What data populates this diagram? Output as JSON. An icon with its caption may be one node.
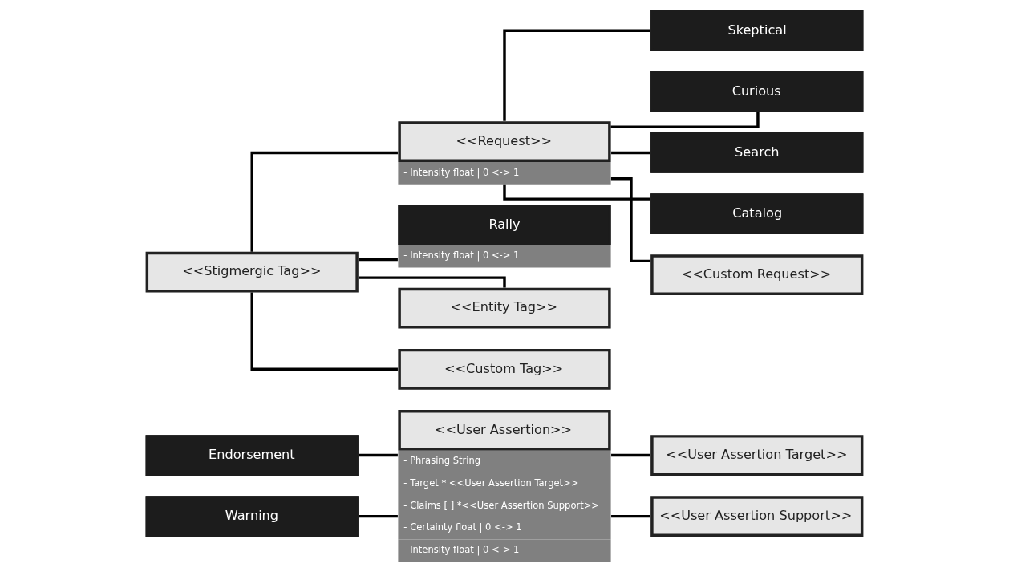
{
  "diagram": {
    "nodes": [
      {
        "text": [
          "Endorsement"
        ]
      },
      {
        "text": [
          "Warning"
        ]
      },
      {
        "text": [
          "<<User Assertion>>",
          "- Phrasing String",
          "- Target * <<User Assertion Target>>",
          "- Claims [ ] *<<User Assertion Support>>",
          "- Certainty float | 0 <-> 1",
          "- Intensity float | 0 <-> 1"
        ]
      },
      {
        "text": [
          "<<User Assertion Target>>"
        ]
      },
      {
        "text": [
          "<<User Assertion Support>>"
        ]
      },
      {
        "text": [
          "<<Stigmergic Tag>>"
        ]
      },
      {
        "text": [
          "<<Request>>",
          "- Intensity float | 0 <-> 1"
        ]
      },
      {
        "text": [
          "Skeptical"
        ]
      },
      {
        "text": [
          "Curious"
        ]
      },
      {
        "text": [
          "Search"
        ]
      },
      {
        "text": [
          "Catalog"
        ]
      },
      {
        "text": [
          "<<Custom Request>>"
        ]
      },
      {
        "text": [
          "Rally",
          "- Intensity float | 0 <-> 1"
        ]
      },
      {
        "text": [
          "<<Entity Tag>>"
        ]
      },
      {
        "text": [
          "<<Custom Tag>>"
        ]
      }
    ],
    "edges": [
      {
        "from": 0,
        "to": 2,
        "arrow": "none"
      },
      {
        "from": 1,
        "to": 2,
        "arrow": "none"
      },
      {
        "from": 2,
        "to": 3,
        "arrow": "none"
      },
      {
        "from": 2,
        "to": 4,
        "arrow": "none"
      },
      {
        "from": 5,
        "to": 6,
        "arrow": "none"
      },
      {
        "from": 5,
        "to": 12,
        "arrow": "none"
      },
      {
        "from": 5,
        "to": 13,
        "arrow": "none"
      },
      {
        "from": 5,
        "to": 14,
        "arrow": "none"
      },
      {
        "from": 6,
        "to": 7,
        "arrow": "none"
      },
      {
        "from": 6,
        "to": 8,
        "arrow": "none"
      },
      {
        "from": 6,
        "to": 9,
        "arrow": "none"
      },
      {
        "from": 6,
        "to": 10,
        "arrow": "none"
      },
      {
        "from": 6,
        "to": 11,
        "arrow": "none"
      }
    ]
  }
}
